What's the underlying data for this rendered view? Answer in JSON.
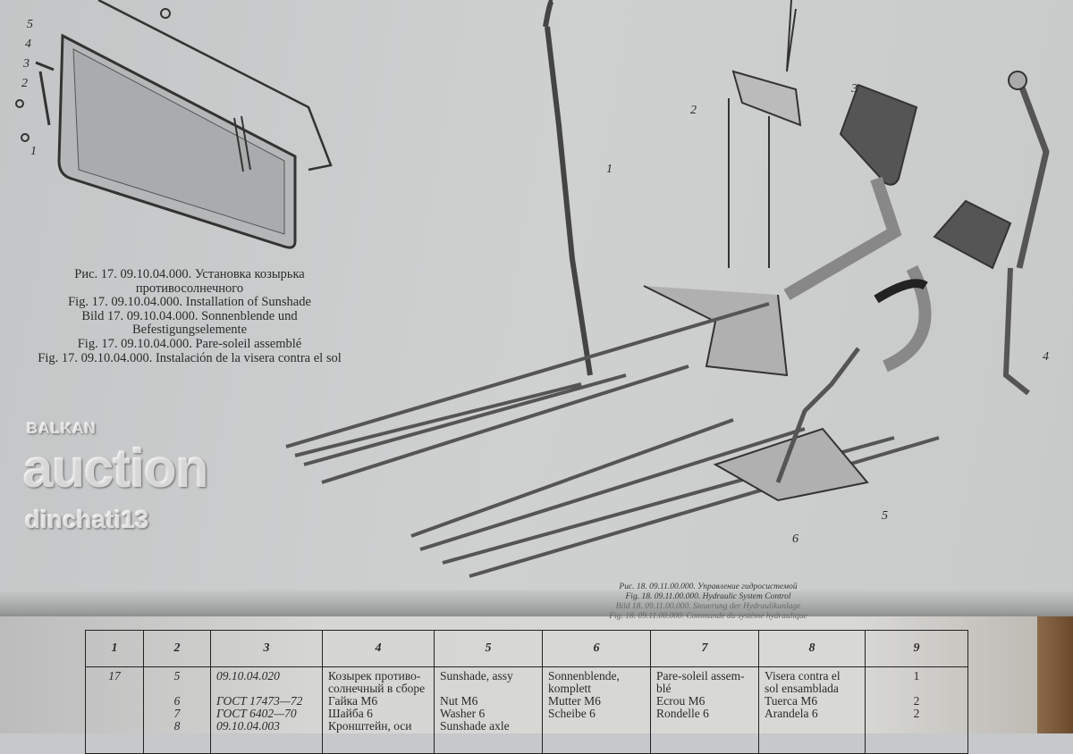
{
  "figure17": {
    "caption": [
      "Рис. 17. 09.10.04.000. Установка козырька противосолнечного",
      "Fig. 17. 09.10.04.000. Installation of Sunshade",
      "Bild 17. 09.10.04.000. Sonnenblende und Befestigungselemente",
      "Fig. 17. 09.10.04.000. Pare-soleil assemblé",
      "Fig. 17. 09.10.04.000. Instalación de la visera contra el sol"
    ],
    "callouts": [
      "1",
      "2",
      "3",
      "4",
      "5"
    ]
  },
  "figure18": {
    "caption": [
      "Рис. 18. 09.11.00.000. Управление гидросистемой",
      "Fig. 18. 09.11.00.000. Hydraulic System Control",
      "Bild 18. 09.11.00.000. Steuerung der Hydraulikanlage",
      "Fig. 18. 09.11.00.000. Commande du système hydraulique"
    ],
    "callouts": [
      "1",
      "2",
      "3",
      "4",
      "5",
      "6"
    ]
  },
  "table": {
    "headers": [
      "1",
      "2",
      "3",
      "4",
      "5",
      "6",
      "7",
      "8",
      "9"
    ],
    "rows": [
      {
        "fig": "17",
        "pos": [
          "5",
          "6",
          "7",
          "8"
        ],
        "part": [
          "09.10.04.020",
          "",
          "ГОСТ 17473—72",
          "ГОСТ 6402—70",
          "09.10.04.003"
        ],
        "ru": [
          "Козырек противо-",
          "солнечный в сборе",
          "Гайка М6",
          "Шайба 6",
          "Кронштейн, оси"
        ],
        "en": [
          "Sunshade, assy",
          "",
          "Nut M6",
          "Washer 6",
          "Sunshade axle"
        ],
        "de": [
          "Sonnenblende,",
          "komplett",
          "Mutter M6",
          "Scheibe 6"
        ],
        "fr": [
          "Pare-soleil assem-",
          "blé",
          "Ecrou M6",
          "Rondelle 6"
        ],
        "es": [
          "Visera contra el",
          "sol ensamblada",
          "Tuerca M6",
          "Arandela 6"
        ],
        "qty": [
          "1",
          "",
          "2",
          "2"
        ]
      }
    ]
  },
  "watermark": {
    "line1": "BALKAN",
    "line2": "auction",
    "line3": "dinchati13"
  }
}
